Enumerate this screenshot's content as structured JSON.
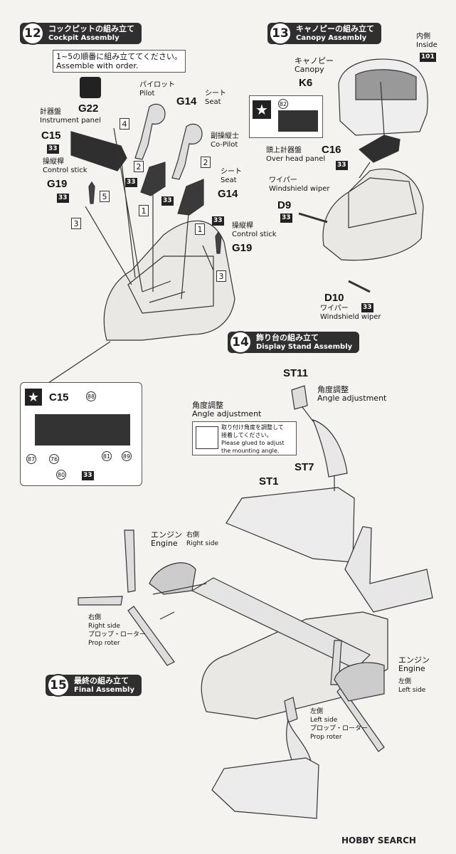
{
  "step12": {
    "num": "12",
    "jp": "コックピットの組み立て",
    "en": "Cockpit Assembly",
    "note_jp": "1~5の順番に組み立ててください。",
    "note_en": "Assemble with order."
  },
  "step13": {
    "num": "13",
    "jp": "キャノピーの組み立て",
    "en": "Canopy Assembly"
  },
  "step14": {
    "num": "14",
    "jp": "飾り台の組み立て",
    "en": "Display Stand Assembly"
  },
  "step15": {
    "num": "15",
    "jp": "最終の組み立て",
    "en": "Final Assembly"
  },
  "parts": {
    "g22": "G22",
    "pilot_jp": "パイロット",
    "pilot_en": "Pilot",
    "g14a": "G14",
    "seat_jp_a": "シート",
    "seat_en_a": "Seat",
    "copilot_jp": "副操縦士",
    "copilot_en": "Co-Pilot",
    "c15": "C15",
    "ip_jp": "計器盤",
    "ip_en": "Instrument panel",
    "g19a": "G19",
    "cs_jp_a": "操縦桿",
    "cs_en_a": "Control stick",
    "seat_jp_b": "シート",
    "seat_en_b": "Seat",
    "g14b": "G14",
    "cs_jp_b": "操縦桿",
    "cs_en_b": "Control stick",
    "g19b": "G19",
    "inside_jp": "内側",
    "inside_en": "Inside",
    "c101": "101",
    "canopy_jp": "キャノピー",
    "canopy_en": "Canopy",
    "k6": "K6",
    "c82": "82",
    "c16": "C16",
    "ohp_jp": "頭上計器盤",
    "ohp_en": "Over head panel",
    "ww_jp_a": "ワイパー",
    "ww_en_a": "Windshield wiper",
    "d9": "D9",
    "d10": "D10",
    "ww_jp_b": "ワイパー",
    "ww_en_b": "Windshield wiper",
    "c15b": "C15",
    "c88": "88",
    "c87": "87",
    "c76": "76",
    "c81": "81",
    "c89": "89",
    "c80": "80",
    "n33": "33",
    "st11": "ST11",
    "aa_jp_a": "角度調整",
    "aa_en_a": "Angle adjustment",
    "aa_jp_b": "角度調整",
    "aa_en_b": "Angle adjustment",
    "glue_jp_1": "取り付け角度を調整して",
    "glue_jp_2": "接着してください。",
    "glue_en_1": "Please glued to adjust",
    "glue_en_2": "the mounting angle.",
    "st7": "ST7",
    "st1": "ST1",
    "eng_jp_r": "エンジン",
    "eng_en_r": "Engine",
    "rs_jp": "右側",
    "rs_en": "Right side",
    "rs_jp_b": "右側",
    "rs_en_b": "Right side",
    "pr_jp_r": "プロップ・ローター",
    "pr_en_r": "Prop roter",
    "eng_jp_l": "エンジン",
    "eng_en_l": "Engine",
    "ls_jp": "左側",
    "ls_en": "Left side",
    "ls_jp_b": "左側",
    "ls_en_b": "Left side",
    "pr_jp_l": "プロップ・ローター",
    "pr_en_l": "Prop roter",
    "s1": "1",
    "s2": "2",
    "s3": "3",
    "s4": "4",
    "s5": "5"
  },
  "watermark": "HOBBY SEARCH"
}
